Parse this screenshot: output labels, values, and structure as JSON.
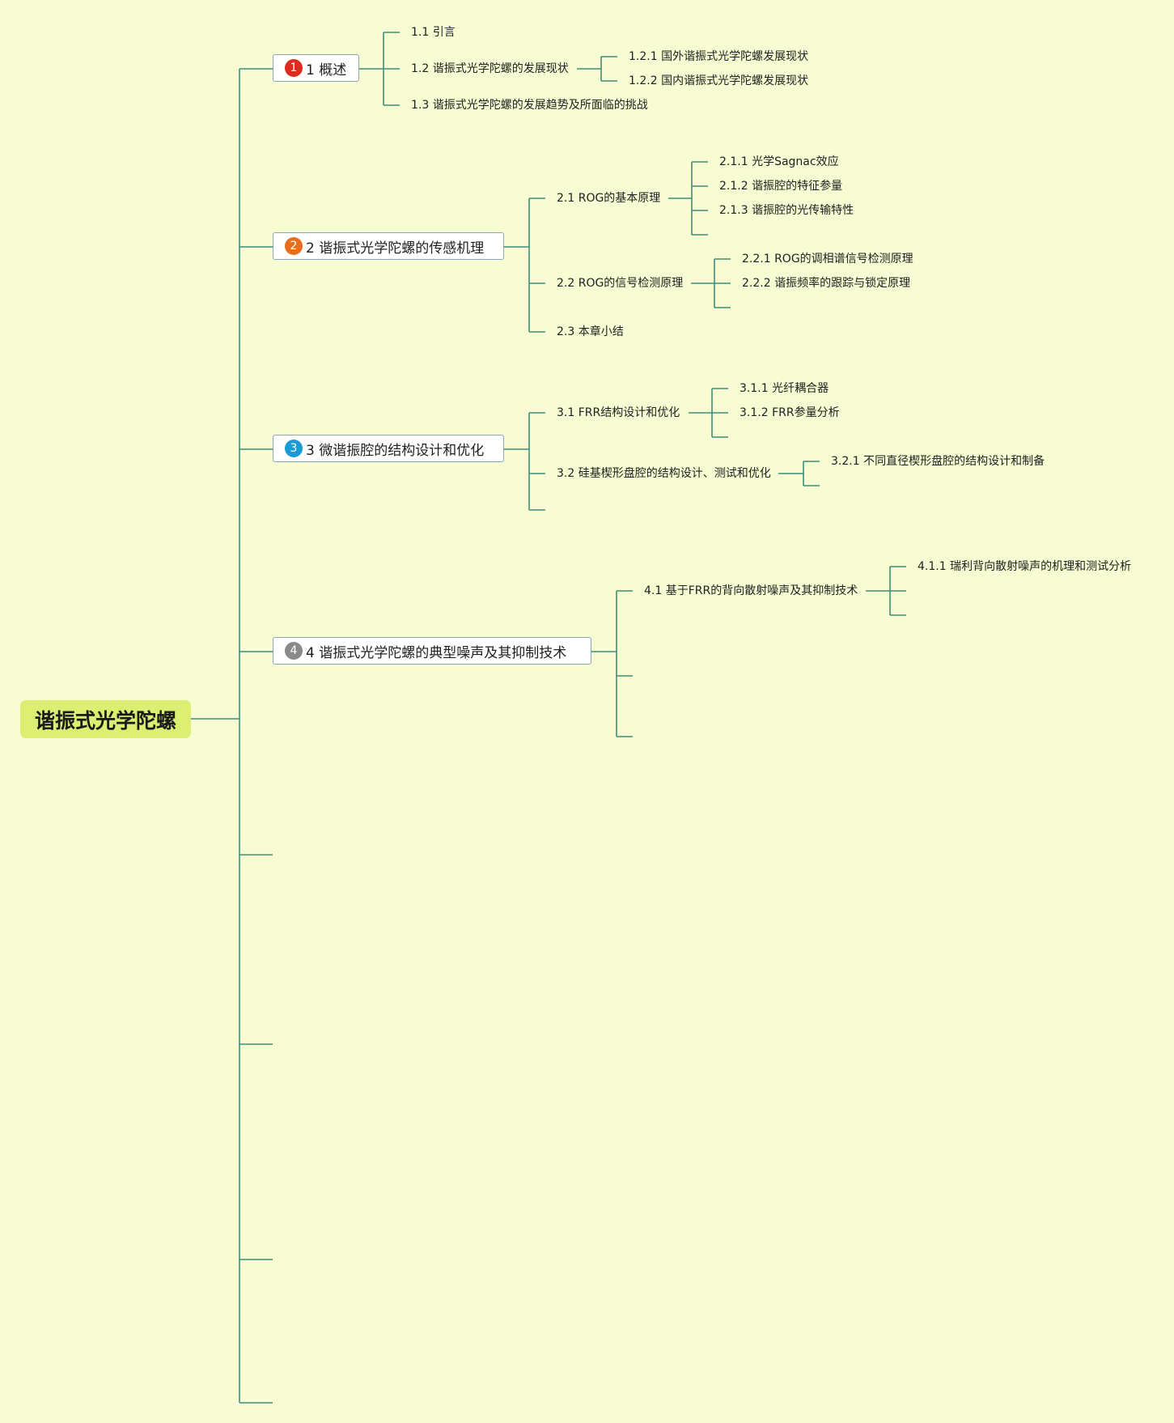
{
  "root": {
    "title": "谐振式光学陀螺",
    "color": "#dcef73"
  },
  "line_color": "#3f8e7a",
  "chapters": [
    {
      "number": "1",
      "label": "1 概述",
      "badge_color": "#e02a1e",
      "sections": [
        {
          "label": "1.1 引言"
        },
        {
          "label": "1.2 谐振式光学陀螺的发展现状",
          "subsections": [
            "1.2.1 国外谐振式光学陀螺发展现状",
            "1.2.2 国内谐振式光学陀螺发展现状"
          ]
        },
        {
          "label": "1.3 谐振式光学陀螺的发展趋势及所面临的挑战"
        }
      ]
    },
    {
      "number": "2",
      "label": "2 谐振式光学陀螺的传感机理",
      "badge_color": "#ea6d1c",
      "sections": [
        {
          "label": "2.1 ROG的基本原理",
          "subsections": [
            "2.1.1 光学Sagnac效应",
            "2.1.2 谐振腔的特征参量",
            "2.1.3 谐振腔的光传输特性"
          ]
        },
        {
          "label": "2.2 ROG的信号检测原理",
          "subsections": [
            "2.2.1 ROG的调相谱信号检测原理",
            "2.2.2 谐振频率的跟踪与锁定原理"
          ]
        },
        {
          "label": "2.3 本章小结"
        }
      ]
    },
    {
      "number": "3",
      "label": "3 微谐振腔的结构设计和优化",
      "badge_color": "#1a9ad6",
      "sections": [
        {
          "label": "3.1 FRR结构设计和优化",
          "subsections": [
            "3.1.1 光纤耦合器",
            "3.1.2 FRR参量分析"
          ]
        },
        {
          "label": "3.2 硅基楔形盘腔的结构设计、测试和优化",
          "subsections": [
            "3.2.1 不同直径楔形盘腔的结构设计和制备"
          ]
        }
      ]
    },
    {
      "number": "4",
      "label": "4 谐振式光学陀螺的典型噪声及其抑制技术",
      "badge_color": "#8a8a8a",
      "sections": [
        {
          "label": "4.1 基于FRR的背向散射噪声及其抑制技术",
          "subsections": [
            "4.1.1 瑞利背向散射噪声的机理和测试分析"
          ]
        }
      ]
    }
  ]
}
